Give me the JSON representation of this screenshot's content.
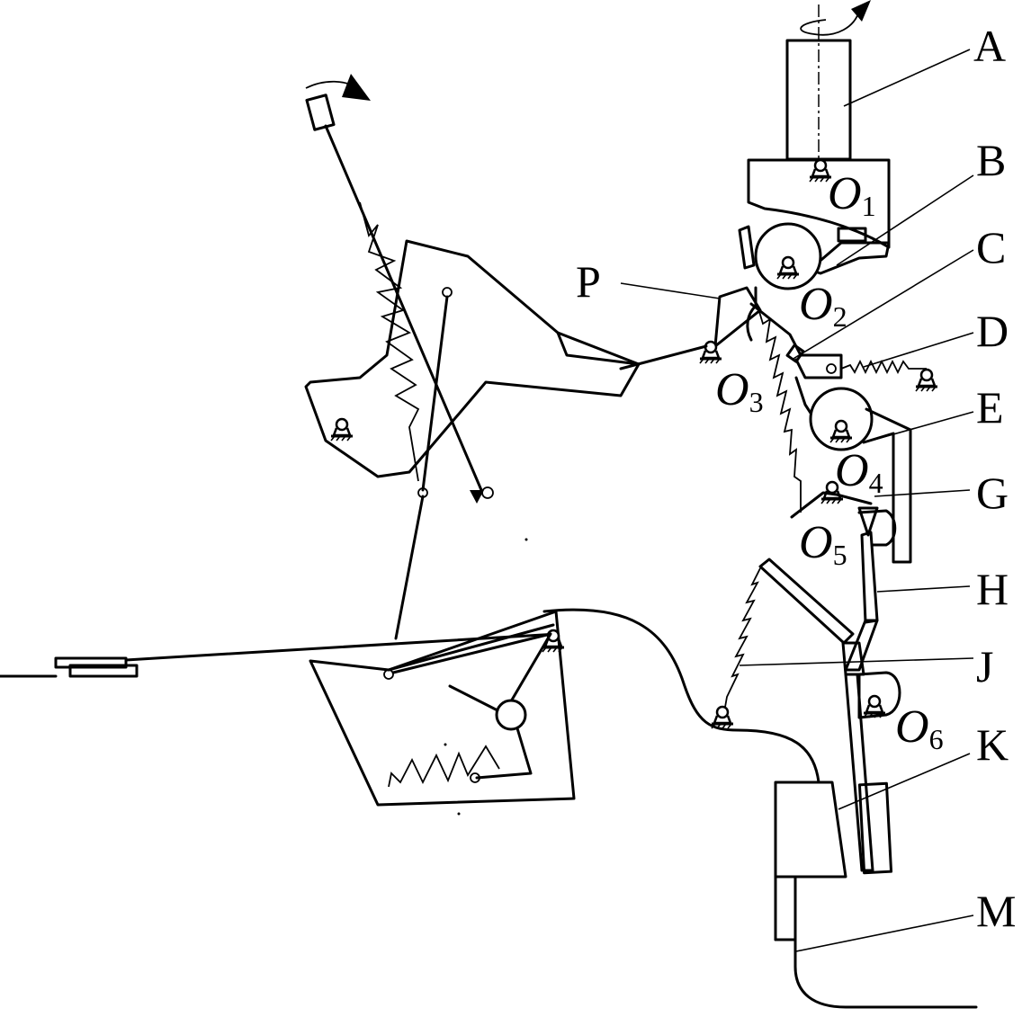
{
  "labels": {
    "A": "A",
    "B": "B",
    "C": "C",
    "D": "D",
    "E": "E",
    "G": "G",
    "H": "H",
    "J": "J",
    "K": "K",
    "M": "M",
    "P": "P"
  },
  "pivots": {
    "o1": {
      "letter": "O",
      "sub": "1"
    },
    "o2": {
      "letter": "O",
      "sub": "2"
    },
    "o3": {
      "letter": "O",
      "sub": "3"
    },
    "o4": {
      "letter": "O",
      "sub": "4"
    },
    "o5": {
      "letter": "O",
      "sub": "5"
    },
    "o6": {
      "letter": "O",
      "sub": "6"
    }
  },
  "icons": [
    "fixed-pivot-icon",
    "rotation-arrow-icon",
    "spring-icon",
    "roller-icon"
  ]
}
